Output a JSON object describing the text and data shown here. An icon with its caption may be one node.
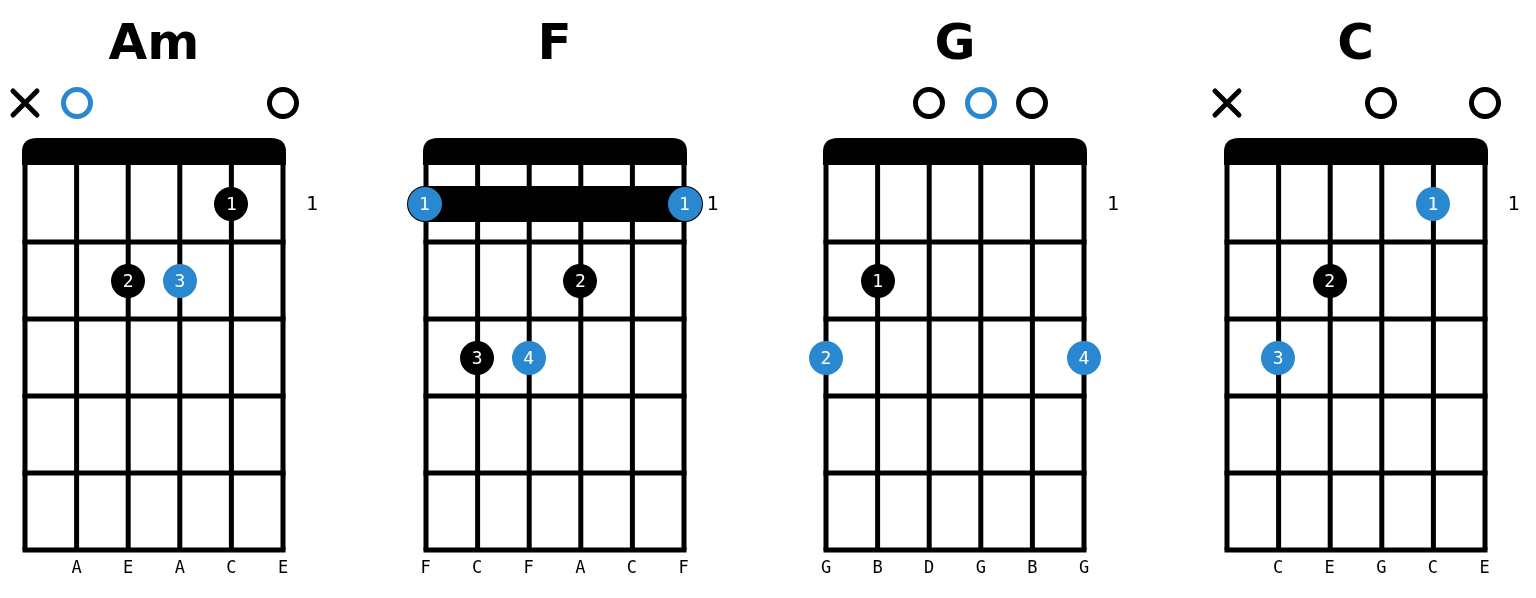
{
  "diagram": {
    "nodes": [
      {
        "text": [
          "1"
        ]
      },
      {
        "text": [
          "2"
        ]
      },
      {
        "text": [
          "3"
        ]
      },
      {
        "text": [
          "1",
          "1"
        ]
      },
      {
        "text": [
          "2"
        ]
      },
      {
        "text": [
          "3"
        ]
      },
      {
        "text": [
          "4"
        ]
      },
      {
        "text": [
          "1"
        ]
      },
      {
        "text": [
          "2"
        ]
      },
      {
        "text": [
          "4"
        ]
      },
      {
        "text": [
          "1"
        ]
      },
      {
        "text": [
          "2"
        ]
      },
      {
        "text": [
          "3"
        ]
      }
    ],
    "labels": [
      "Am",
      "F",
      "G",
      "C",
      "1",
      "1",
      "1",
      "1",
      "A",
      "E",
      "A",
      "C",
      "E",
      "F",
      "C",
      "F",
      "A",
      "C",
      "F",
      "G",
      "B",
      "D",
      "G",
      "B",
      "G",
      "C",
      "E",
      "G",
      "C",
      "E"
    ]
  }
}
